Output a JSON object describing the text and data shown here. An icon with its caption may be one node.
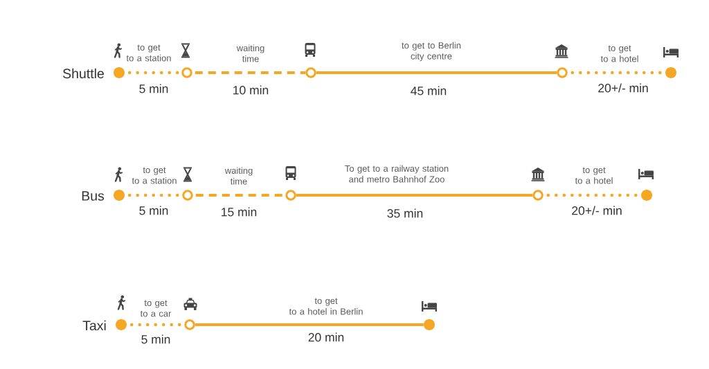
{
  "diagram": {
    "nodes": [
      {
        "text": [],
        "shape": "dot",
        "beside": [
          "Shuttle"
        ]
      },
      {
        "text": [],
        "shape": "ring"
      },
      {
        "text": [],
        "shape": "ring"
      },
      {
        "text": [],
        "shape": "ring"
      },
      {
        "text": [],
        "shape": "dot"
      },
      {
        "text": [],
        "shape": "dot",
        "beside": [
          "Bus"
        ]
      },
      {
        "text": [],
        "shape": "ring"
      },
      {
        "text": [],
        "shape": "ring"
      },
      {
        "text": [],
        "shape": "ring"
      },
      {
        "text": [],
        "shape": "dot"
      },
      {
        "text": [],
        "shape": "dot",
        "beside": [
          "Taxi"
        ]
      },
      {
        "text": [],
        "shape": "ring"
      },
      {
        "text": [],
        "shape": "dot"
      }
    ],
    "edges": [
      {
        "from": 0,
        "to": 1,
        "arrow": "none",
        "style": "dashed",
        "label": "5 min"
      },
      {
        "from": 1,
        "to": 2,
        "arrow": "none",
        "style": "dashed",
        "label": "10 min"
      },
      {
        "from": 2,
        "to": 3,
        "arrow": "none",
        "label": "45 min"
      },
      {
        "from": 3,
        "to": 4,
        "arrow": "none",
        "style": "dashed",
        "label": "20+/- min"
      },
      {
        "from": 5,
        "to": 6,
        "arrow": "none",
        "style": "dashed",
        "label": "5 min"
      },
      {
        "from": 6,
        "to": 7,
        "arrow": "none",
        "style": "dashed",
        "label": "15 min"
      },
      {
        "from": 7,
        "to": 8,
        "arrow": "none",
        "label": "35 min"
      },
      {
        "from": 8,
        "to": 9,
        "arrow": "none",
        "style": "dashed",
        "label": "20+/- min"
      },
      {
        "from": 10,
        "to": 11,
        "arrow": "none",
        "style": "dashed",
        "label": "5 min"
      },
      {
        "from": 11,
        "to": 12,
        "arrow": "none",
        "label": "20 min"
      }
    ],
    "labels": [
      "to get to a station",
      "waiting time",
      "to get to Berlin city centre",
      "to get to a hotel",
      "to get to a station",
      "waiting time",
      "To get to a railway station and metro Bahnhof Zoo",
      "to get to a hotel",
      "to get to a car",
      "to get to a hotel in Berlin"
    ]
  }
}
